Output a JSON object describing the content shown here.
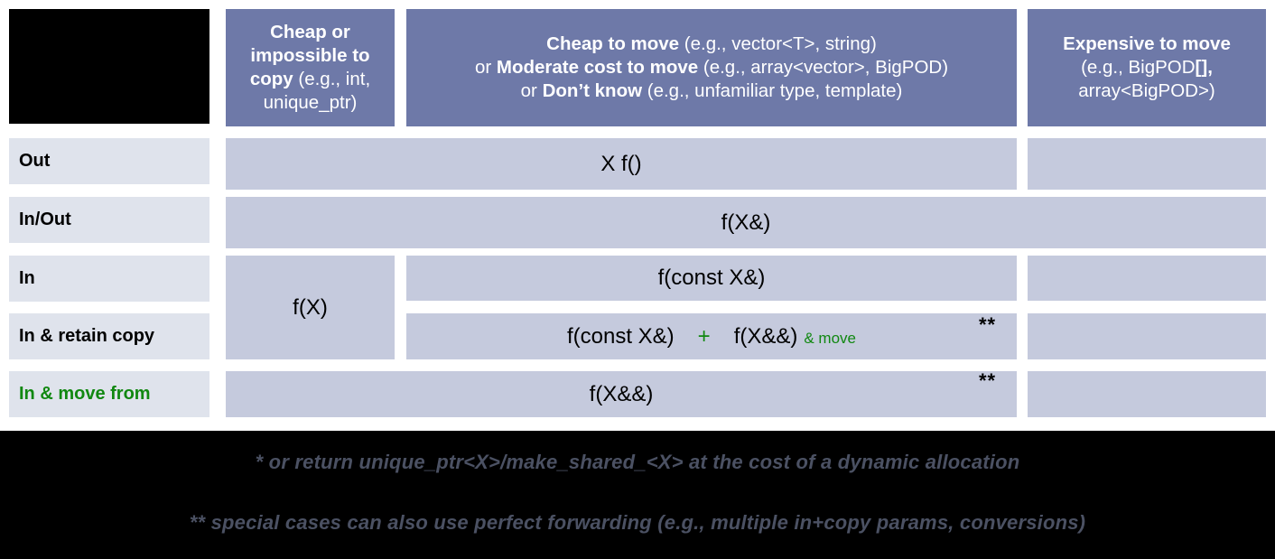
{
  "table": {
    "corner_cell": "",
    "columns": [
      {
        "id": "col-row-label",
        "header": ""
      },
      {
        "id": "col-cheap-or-impossible-to-copy",
        "header_lines": [
          {
            "bold": "Cheap or",
            "rest": ""
          },
          {
            "bold": "impossible to",
            "rest": ""
          },
          {
            "bold": "copy",
            "rest": " (e.g., int,"
          },
          {
            "bold": "",
            "rest": "unique_ptr)"
          }
        ]
      },
      {
        "id": "col-cheap-to-move",
        "header_lines": [
          {
            "bold": "Cheap to move",
            "rest": " (e.g., vector<T>, string)"
          },
          {
            "bold": "Moderate cost to move",
            "rest": " (e.g., array<vector>, BigPOD)",
            "prefix": "or "
          },
          {
            "bold": "Don’t know",
            "rest": " (e.g., unfamiliar type, template)",
            "prefix": "or "
          }
        ]
      },
      {
        "id": "col-expensive-to-move",
        "header_lines": [
          {
            "bold": "Expensive to move",
            "rest": ""
          },
          {
            "bold": "",
            "rest": "(e.g., BigPOD",
            "bold_tail": "[],"
          },
          {
            "bold": "",
            "rest": "array<BigPOD>)"
          }
        ]
      }
    ],
    "rows": [
      {
        "id": "row-out",
        "label": "Out",
        "label_color": "black"
      },
      {
        "id": "row-in-out",
        "label": "In/Out",
        "label_color": "black"
      },
      {
        "id": "row-in",
        "label": "In",
        "label_color": "black"
      },
      {
        "id": "row-in-retain-copy",
        "label": "In & retain copy",
        "label_color": "black"
      },
      {
        "id": "row-in-move-from",
        "label": "In & move from",
        "label_color": "green"
      }
    ],
    "cells": {
      "out_middle": "X f()",
      "inout_full": "f(X&)",
      "cheap_impossible_in": "f(X)",
      "in_middle": "f(const X&)",
      "retain_copy_left": "f(const X&)",
      "retain_copy_plus": "+",
      "retain_copy_right": "f(X&&)",
      "retain_copy_suffix": "& move",
      "retain_copy_marker": "**",
      "move_from_full": "f(X&&)",
      "move_from_marker": "**"
    }
  },
  "footnotes": [
    "* or return unique_ptr<X>/make_shared_<X> at the cost of a dynamic allocation",
    "** special cases can also use perfect forwarding (e.g., multiple in+copy params, conversions)"
  ],
  "colors": {
    "header_blue": "#6e79a8",
    "cell_blue": "#c5cadd",
    "row_label_blue": "#dfe3ec",
    "green": "#118811",
    "footnote_gray": "#4b5163",
    "background": "#000000"
  }
}
